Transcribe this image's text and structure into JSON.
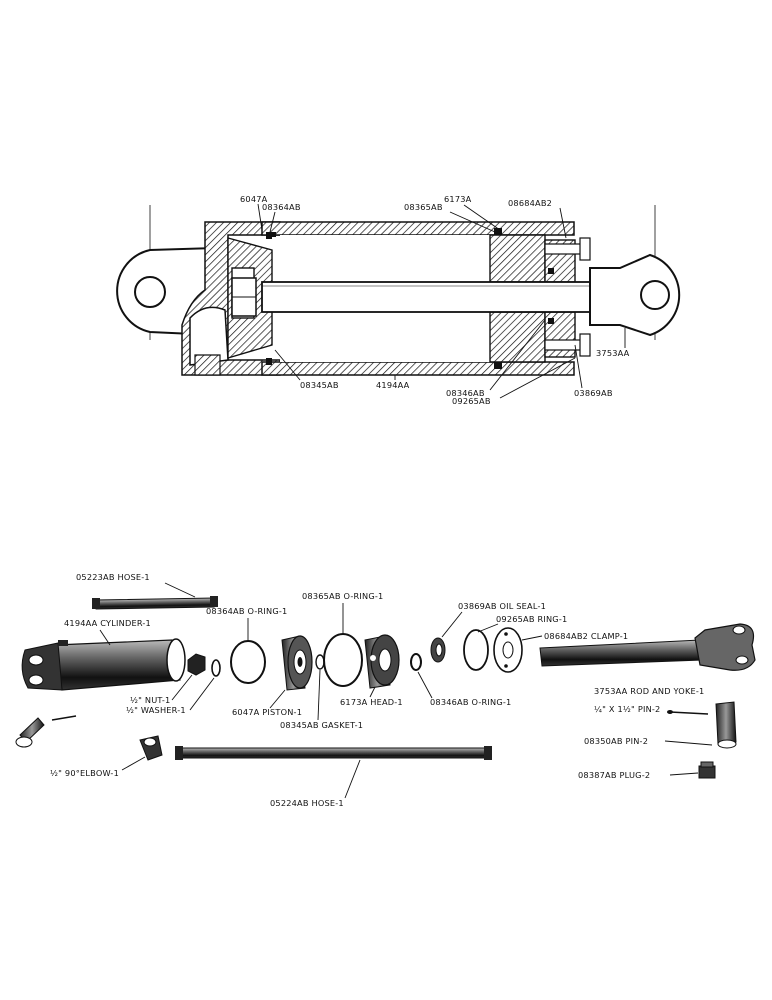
{
  "section_view": {
    "labels": {
      "piston_part": "6047A",
      "piston_oring": "08364AB",
      "head_part": "6173A",
      "head_oring": "08365AB",
      "clamp": "08684AB2",
      "rod": "3753AA",
      "gasket": "08345AB",
      "cylinder": "4194AA",
      "rod_oring": "08346AB",
      "ring": "09265AB",
      "oil_seal": "03869AB"
    }
  },
  "exploded_view": {
    "labels": {
      "hose_short": "05223AB HOSE-1",
      "cylinder": "4194AA CYLINDER-1",
      "oring_piston": "08364AB O-RING-1",
      "oring_head": "08365AB O-RING-1",
      "oil_seal": "03869AB OIL SEAL-1",
      "ring": "09265AB RING-1",
      "clamp": "08684AB2   CLAMP-1",
      "nut": "½\" NUT-1",
      "washer": "½\" WASHER-1",
      "piston": "6047A PISTON-1",
      "gasket": "08345AB GASKET-1",
      "head": "6173A HEAD-1",
      "oring_rod": "08346AB O-RING-1",
      "rod_yoke": "3753AA ROD AND YOKE-1",
      "pin_small": "¼\" X 1½\" PIN-2",
      "pin_large": "08350AB PIN-2",
      "plug": "08387AB PLUG-2",
      "elbow": "½\" 90°ELBOW-1",
      "hose_long": "05224AB HOSE-1"
    }
  }
}
